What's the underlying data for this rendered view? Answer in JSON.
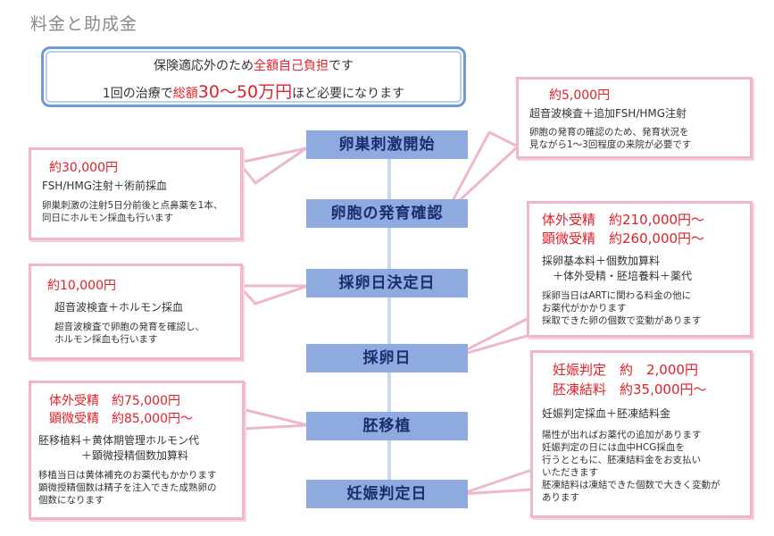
{
  "page_title": "料金と助成金",
  "notice": {
    "line1_a": "保険適応外のため",
    "line1_red": "全額自己負担",
    "line1_b": "です",
    "line2_a": "1回の治療で",
    "line2_red_a": "総額",
    "line2_red_b": "30〜50万円",
    "line2_b": "ほど必要になります"
  },
  "steps": [
    "卵巣刺激開始",
    "卵胞の発育確認",
    "採卵日決定日",
    "採卵日",
    "胚移植",
    "妊娠判定日"
  ],
  "callouts": {
    "stimulation": {
      "price": "約30,000円",
      "item": "FSH/HMG注射＋術前採血",
      "notes": [
        "卵巣刺激の注射5日分前後と点鼻薬を1本、",
        "同日にホルモン採血も行います"
      ]
    },
    "follicle": {
      "price": "約5,000円",
      "item": "超音波検査＋追加FSH/HMG注射",
      "notes": [
        "卵胞の発育の確認のため、発育状況を",
        "見ながら1〜3回程度の来院が必要です"
      ]
    },
    "decision": {
      "price": "約10,000円",
      "item": "超音波検査＋ホルモン採血",
      "notes": [
        "超音波検査で卵胞の発育を確認し、",
        "ホルモン採血も行います"
      ]
    },
    "retrieval": {
      "prices": [
        "体外受精　約210,000円〜",
        "顕微受精　約260,000円〜"
      ],
      "items": [
        "採卵基本料＋個数加算料",
        "　＋体外受精・胚培養料＋薬代"
      ],
      "notes": [
        "採卵当日はARTに関わる料金の他に",
        "お薬代がかかります",
        "採取できた卵の個数で変動があります"
      ]
    },
    "transfer": {
      "prices": [
        "体外受精　約75,000円",
        "顕微受精　約85,000円〜"
      ],
      "items": [
        "胚移植料＋黄体期管理ホルモン代",
        "　　　　＋顕微授精個数加算料"
      ],
      "notes": [
        "移植当日は黄体補充のお薬代もかかります",
        "顕微授精個数は精子を注入できた成熟卵の",
        "個数になります"
      ]
    },
    "pregnancy": {
      "prices": [
        "妊娠判定　約　2,000円",
        "胚凍結料　約35,000円〜"
      ],
      "item": "妊娠判定採血＋胚凍結料金",
      "notes": [
        "陽性が出ればお薬代の追加があります",
        "妊娠判定の日には血中HCG採血を",
        "行うとともに、胚凍結料金をお支払い",
        "いただきます",
        "胚凍結料は凍結できた個数で大きく変動が",
        "あります"
      ]
    }
  },
  "colors": {
    "step_fill": "#8eaadf",
    "callout_border": "#f1b6cf",
    "price_red": "#e0202a",
    "notice_border": "#6f9ad6"
  }
}
